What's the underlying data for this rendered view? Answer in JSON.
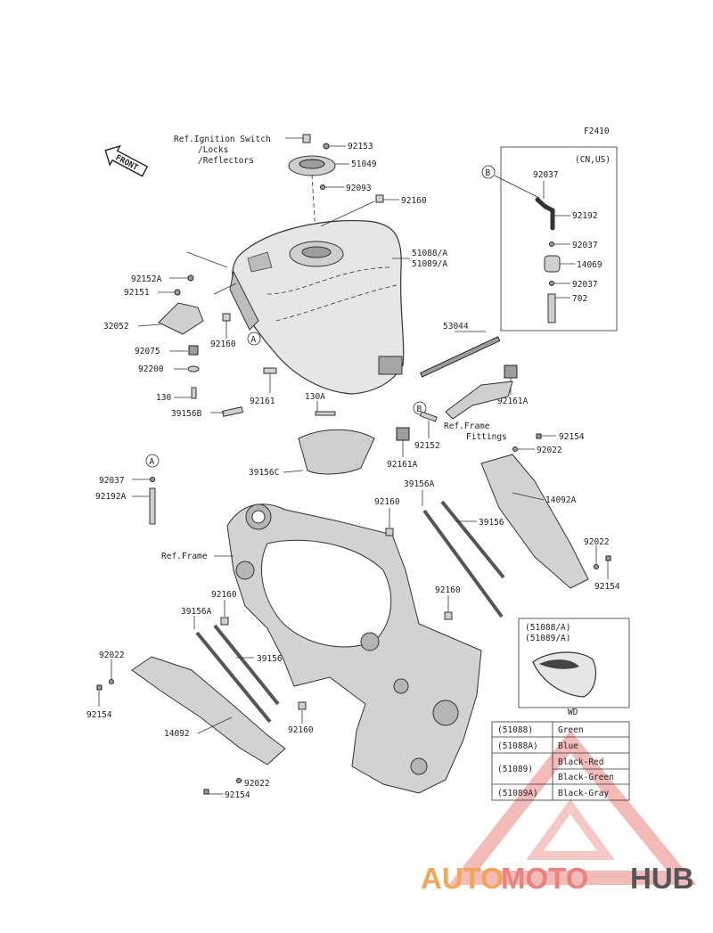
{
  "diagram_code": "F2410",
  "front_label": "FRONT",
  "region_label": "(CN,US)",
  "ref_labels": {
    "ignition_line1": "Ref.Ignition Switch",
    "ignition_line2": "/Locks",
    "ignition_line3": "/Reflectors",
    "frame_fittings_line1": "Ref.Frame",
    "frame_fittings_line2": "Fittings",
    "frame": "Ref.Frame"
  },
  "markers": {
    "a": "A",
    "b": "B"
  },
  "parts": [
    "92153",
    "51049",
    "92093",
    "92160",
    "51088/A",
    "51089/A",
    "92152A",
    "92151",
    "32052",
    "92075",
    "92200",
    "130",
    "39156B",
    "92161",
    "130A",
    "53044",
    "92161A",
    "92152",
    "39156C",
    "92154",
    "92022",
    "92037",
    "92192A",
    "14092A",
    "39156A",
    "39156",
    "92192",
    "14069",
    "702",
    "14092",
    "WD"
  ],
  "inset_labels": {
    "line1": "(51088/A)",
    "line2": "(51089/A)",
    "caption": "WD"
  },
  "color_table": {
    "rows": [
      {
        "code": "(51088)",
        "color": "Green"
      },
      {
        "code": "(51088A)",
        "color": "Blue"
      },
      {
        "code": "(51089)",
        "color": "Black-Red"
      },
      {
        "code": "",
        "color": "Black-Green"
      },
      {
        "code": "(51089A)",
        "color": "Black-Gray"
      }
    ]
  },
  "watermark": {
    "part1": "AUTO",
    "part2": "MOTO",
    "part3": "HUB",
    "color1": "#f2a65a",
    "color2": "#e8837e",
    "color3": "#555555"
  }
}
